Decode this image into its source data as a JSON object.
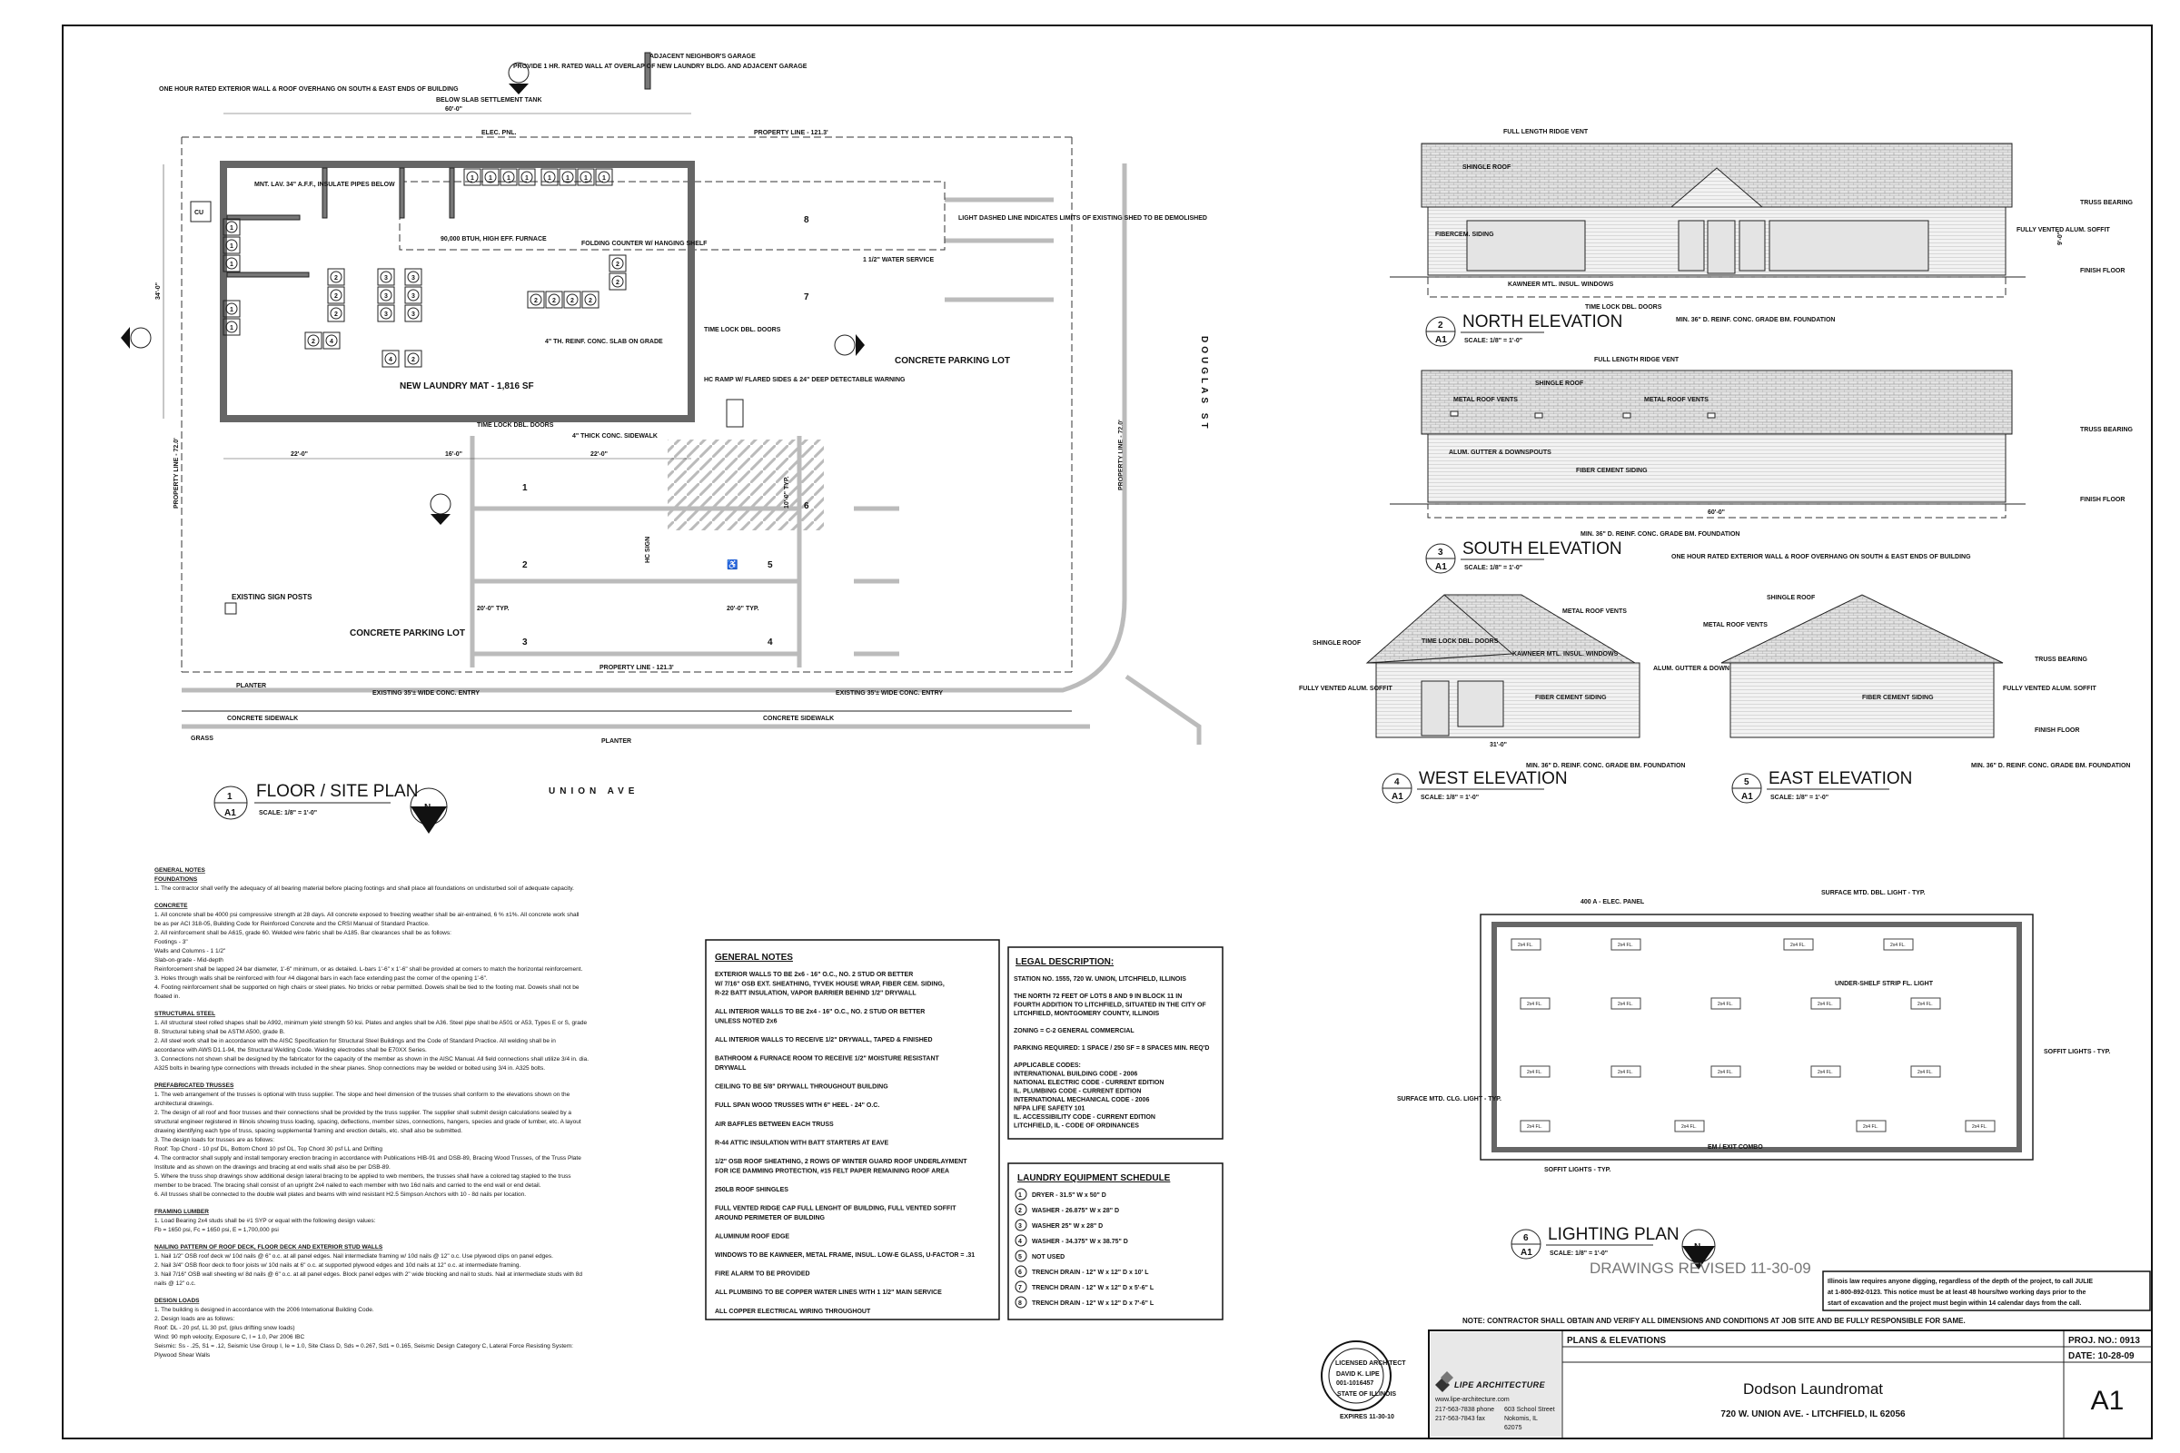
{
  "sheet": {
    "title_block": {
      "sheet_title": "PLANS & ELEVATIONS",
      "project_no": "PROJ. NO.: 0913",
      "date": "DATE:  10-28-09",
      "project_name": "Dodson Laundromat",
      "address": "720 W. UNION AVE. - LITCHFIELD, IL  62056",
      "sheet_number": "A1",
      "firm": "LIPE ARCHITECTURE",
      "firm_web": "www.lipe-architecture.com",
      "firm_phone": "217-563-7838  phone",
      "firm_fax": "217-563-7843  fax",
      "firm_street": "603 School Street",
      "firm_city": "Nokomis, IL",
      "firm_zip": "62075",
      "seal_name": "DAVID K. LIPE",
      "seal_number": "001-1016457",
      "seal_top": "LICENSED ARCHITECT",
      "seal_bottom": "STATE OF ILLINOIS",
      "seal_date": "EXPIRES 11-30-10"
    },
    "revised": "DRAWINGS REVISED 11-30-09",
    "julie_notice": [
      "Illinois law requires anyone digging, regardless of the depth of the project, to call JULIE",
      "at 1-800-892-0123. This notice must be at least 48 hours/two working days prior to the",
      "start of excavation and the project must begin within 14 calendar days from the call."
    ],
    "contractor_note": "NOTE: CONTRACTOR SHALL OBTAIN AND VERIFY ALL DIMENSIONS AND CONDITIONS AT JOB SITE AND BE FULLY RESPONSIBLE FOR SAME."
  },
  "views": {
    "floor_site": {
      "num": "1",
      "sheet": "A1",
      "title": "FLOOR / SITE PLAN",
      "scale": "SCALE: 1/8\" = 1'-0\""
    },
    "north": {
      "num": "2",
      "sheet": "A1",
      "title": "NORTH ELEVATION",
      "scale": "SCALE: 1/8\" = 1'-0\""
    },
    "south": {
      "num": "3",
      "sheet": "A1",
      "title": "SOUTH ELEVATION",
      "scale": "SCALE: 1/8\" = 1'-0\""
    },
    "west": {
      "num": "4",
      "sheet": "A1",
      "title": "WEST ELEVATION",
      "scale": "SCALE: 1/8\" = 1'-0\""
    },
    "east": {
      "num": "5",
      "sheet": "A1",
      "title": "EAST ELEVATION",
      "scale": "SCALE: 1/8\" = 1'-0\""
    },
    "lighting": {
      "num": "6",
      "sheet": "A1",
      "title": "LIGHTING PLAN",
      "scale": "SCALE: 1/8\" = 1'-0\""
    }
  },
  "plan_labels": {
    "building": "NEW LAUNDRY MAT - 1,816 SF",
    "one_hour": "ONE HOUR RATED EXTERIOR WALL & ROOF OVERHANG ON SOUTH & EAST ENDS OF BUILDING",
    "settlement": "BELOW SLAB SETTLEMENT TANK",
    "provide_wall": "PROVIDE 1 HR. RATED WALL AT OVERLAP OF NEW LAUNDRY BLDG. AND ADJACENT GARAGE",
    "neighbor": "ADJACENT NEIGHBOR'S GARAGE",
    "elec": "ELEC. PNL.",
    "mnt": "MNT. LAV. 34\" A.F.F., INSULATE PIPES BELOW",
    "furnace": "90,000 BTUH, HIGH EFF. FURNACE",
    "folding": "FOLDING COUNTER W/ HANGING SHELF",
    "slab": "4\" TH. REINF. CONC. SLAB ON GRADE",
    "timelock": "TIME LOCK DBL. DOORS",
    "sidewalk4": "4\" THICK CONC. SIDEWALK",
    "hc_ramp": "HC RAMP W/ FLARED SIDES & 24\" DEEP DETECTABLE WARNING",
    "light_dashed": "LIGHT DASHED LINE INDICATES LIMITS OF EXISTING SHED TO BE DEMOLISHED",
    "water": "1 1/2\" WATER SERVICE",
    "property_top": "PROPERTY LINE - 121.3'",
    "property_bottom": "PROPERTY LINE - 121.3'",
    "property_left": "PROPERTY LINE - 72.0'",
    "property_right": "PROPERTY LINE - 72.0'",
    "parking_lot": "CONCRETE PARKING LOT",
    "parking_lot2": "CONCRETE PARKING LOT",
    "douglas": "DOUGLAS ST",
    "union": "UNION AVE",
    "sidewalk": "CONCRETE SIDEWALK",
    "sidewalk2": "CONCRETE SIDEWALK",
    "planter": "PLANTER",
    "grass": "GRASS",
    "entry": "EXISTING 35'± WIDE CONC. ENTRY",
    "entry2": "EXISTING 35'± WIDE CONC. ENTRY",
    "sign_posts": "EXISTING SIGN POSTS",
    "hc_sign": "HC SIGN",
    "cu": "CU",
    "dim_total": "60'-0\"",
    "dim_a": "22'-0\"",
    "dim_b": "16'-0\"",
    "dim_c": "22'-0\"",
    "dim_depth": "34'-0\"",
    "stall_typ": "20'-0\" TYP.",
    "stall_w": "10'-0\" TYP.",
    "spaces": [
      "1",
      "2",
      "3",
      "4",
      "5",
      "6",
      "7",
      "8"
    ]
  },
  "elev_labels": {
    "ridge": "FULL LENGTH RIDGE VENT",
    "shingle": "SHINGLE ROOF",
    "truss": "TRUSS BEARING",
    "finish": "FINISH FLOOR",
    "soffit": "FULLY VENTED ALUM. SOFFIT",
    "fibercem": "FIBERCEM. SIDING",
    "kawneer": "KAWNEER MTL. INSUL. WINDOWS",
    "timelock": "TIME LOCK DBL. DOORS",
    "foundation": "MIN. 36\" D. REINF. CONC. GRADE BM. FOUNDATION",
    "metal_vents": "METAL ROOF VENTS",
    "gutter": "ALUM. GUTTER & DOWNSPOUTS",
    "fiber_cement": "FIBER CEMENT SIDING",
    "one_hour": "ONE HOUR RATED EXTERIOR WALL & ROOF OVERHANG ON SOUTH & EAST ENDS OF BUILDING",
    "height": "9'-0\"",
    "length": "60'-0\"",
    "width": "31'-0\""
  },
  "lighting_labels": {
    "panel": "400 A - ELEC. PANEL",
    "strip": "SURFACE MTD. DBL. LIGHT - TYP.",
    "undershelf": "UNDER-SHELF STRIP FL. LIGHT",
    "surface_clg": "SURFACE MTD. CLG. LIGHT - TYP.",
    "soffit": "SOFFIT LIGHTS - TYP.",
    "exit": "EM / EXIT COMBO",
    "fixture": "2x4 FL."
  },
  "general_notes": {
    "heading": "GENERAL NOTES",
    "items": [
      "EXTERIOR WALLS TO BE 2x6 - 16\" O.C., NO. 2 STUD OR BETTER",
      "W/ 7/16\" OSB EXT. SHEATHING, TYVEK HOUSE WRAP, FIBER CEM. SIDING,",
      "R-22 BATT INSULATION, VAPOR BARRIER BEHIND 1/2\" DRYWALL",
      "",
      "ALL INTERIOR WALLS TO BE 2x4 - 16\" O.C., NO. 2 STUD OR BETTER",
      "UNLESS NOTED 2x6",
      "",
      "ALL INTERIOR WALLS TO RECEIVE 1/2\" DRYWALL, TAPED & FINISHED",
      "",
      "BATHROOM & FURNACE ROOM TO RECEIVE 1/2\" MOISTURE RESISTANT",
      "DRYWALL",
      "",
      "CEILING TO BE 5/8\" DRYWALL THROUGHOUT BUILDING",
      "",
      "FULL SPAN WOOD TRUSSES WITH 6\" HEEL - 24\" O.C.",
      "",
      "AIR BAFFLES BETWEEN EACH TRUSS",
      "",
      "R-44 ATTIC INSULATION WITH BATT STARTERS AT EAVE",
      "",
      "1/2\" OSB ROOF SHEATHING, 2 ROWS OF WINTER GUARD ROOF UNDERLAYMENT",
      "FOR ICE DAMMING PROTECTION, #15 FELT PAPER REMAINING ROOF AREA",
      "",
      "250LB ROOF SHINGLES",
      "",
      "FULL VENTED RIDGE CAP FULL LENGHT OF BUILDING, FULL VENTED SOFFIT",
      "AROUND PERIMETER OF BUILDING",
      "",
      "ALUMINUM ROOF EDGE",
      "",
      "WINDOWS TO BE KAWNEER, METAL FRAME, INSUL. LOW-E GLASS, U-FACTOR = .31",
      "",
      "FIRE ALARM TO BE PROVIDED",
      "",
      "ALL PLUMBING TO BE COPPER WATER LINES WITH 1 1/2\" MAIN SERVICE",
      "",
      "ALL COPPER ELECTRICAL WIRING THROUGHOUT"
    ]
  },
  "legal": {
    "heading": "LEGAL DESCRIPTION:",
    "items": [
      "STATION NO. 1555, 720 W. UNION, LITCHFIELD, ILLINOIS",
      "",
      "THE NORTH 72 FEET OF LOTS 8 AND 9 IN BLOCK 11 IN",
      "FOURTH ADDITION TO LITCHFIELD, SITUATED IN THE CITY OF",
      "LITCHFIELD, MONTGOMERY COUNTY, ILLINOIS",
      "",
      "ZONING = C-2  GENERAL COMMERCIAL",
      "",
      "PARKING REQUIRED: 1 SPACE / 250 SF = 8 SPACES MIN. REQ'D",
      "",
      "APPLICABLE CODES:",
      "INTERNATIONAL BUILDING CODE - 2006",
      "NATIONAL ELECTRIC CODE - CURRENT EDITION",
      "IL. PLUMBING CODE - CURRENT EDITION",
      "INTERNATIONAL MECHANICAL CODE - 2006",
      "NFPA LIFE SAFETY 101",
      "IL. ACCESSIBILITY CODE - CURRENT EDITION",
      "LITCHFIELD, IL - CODE OF ORDINANCES"
    ]
  },
  "equipment_schedule": {
    "heading": "LAUNDRY EQUIPMENT SCHEDULE",
    "items": [
      {
        "n": "1",
        "text": "DRYER - 31.5\" W x 50\" D"
      },
      {
        "n": "2",
        "text": "WASHER - 26.875\" W x 28\" D"
      },
      {
        "n": "3",
        "text": "WASHER 25\" W x 28\" D"
      },
      {
        "n": "4",
        "text": "WASHER - 34.375\" W x 38.75\" D"
      },
      {
        "n": "5",
        "text": "NOT USED"
      },
      {
        "n": "6",
        "text": "TRENCH DRAIN - 12\" W x 12\" D x 10' L"
      },
      {
        "n": "7",
        "text": "TRENCH DRAIN - 12\" W x 12\" D x 5'-6\" L"
      },
      {
        "n": "8",
        "text": "TRENCH DRAIN - 12\" W x 12\" D x 7'-6\" L"
      }
    ]
  },
  "structural_notes": [
    {
      "h": "GENERAL NOTES",
      "lines": []
    },
    {
      "h": "FOUNDATIONS",
      "lines": [
        "1.  The contractor shall verify the adequacy of all bearing material before placing footings and shall place all foundations on undisturbed soil of adequate capacity."
      ]
    },
    {
      "h": "CONCRETE",
      "lines": [
        "1.  All concrete shall be 4000 psi compressive strength at 28 days.  All concrete exposed to freezing weather shall be air-entrained, 6 % ±1%.  All concrete work shall",
        "be as per ACI 318-05, Building Code for Reinforced Concrete and the CRSI Manual of Standard Practice.",
        "2.  All reinforcement shall be A615, grade 60.  Welded wire fabric shall be A185.  Bar clearances shall be as follows:",
        "Footings - 3\"",
        "Walls and Columns - 1 1/2\"",
        "Slab-on-grade - Mid-depth",
        "Reinforcement shall be lapped 24 bar diameter, 1'-6\" minimum, or as detailed.  L-bars 1'-6\" x 1'-6\" shall be provided at corners to match the horizontal reinforcement.",
        "3.  Holes through walls shall be reinforced with four #4 diagonal bars in each face extending past the corner of the opening 1'-6\".",
        "4.  Footing reinforcement shall be supported on high chairs or steel plates.  No bricks or rebar permitted.  Dowels shall be tied to the footing mat.  Dowels shall not be",
        "floated in."
      ]
    },
    {
      "h": "STRUCTURAL STEEL",
      "lines": [
        "1.  All structural steel rolled shapes shall be A992, minimum yield strength 50 ksi.  Plates and angles shall be A36.  Steel pipe shall be A501 or A53, Types E or S, grade",
        "B.  Structural tubing shall be ASTM A500, grade B.",
        "2.  All steel work shall be in accordance with the AISC Specification for Structural Steel Buildings and the Code of Standard Practice.  All welding shall be in",
        "accordance with AWS D1.1-94, the Structural Welding Code.  Welding electrodes shall be E70XX Series.",
        "3.  Connections not shown shall be designed by the fabricator for the capacity of the member as shown in the AISC Manual.  All field connections shall utilize 3/4 in. dia.",
        "A325 bolts in bearing type connections with threads included in the shear planes.  Shop connections may be welded or bolted using 3/4 in. A325 bolts."
      ]
    },
    {
      "h": "PREFABRICATED TRUSSES",
      "lines": [
        "1.  The web arrangement of the trusses is optional with truss supplier.  The slope and heel dimension of the trusses shall conform to the elevations shown on the",
        "architectural drawings.",
        "2.  The design of all roof and floor trusses and their connections shall be provided by the truss supplier.  The supplier shall submit design calculations sealed by a",
        "structural engineer registered in Illinois showing truss loading, spacing, deflections, member sizes, connections, hangers, species and grade of lumber, etc.  A layout",
        "drawing identifying each type of truss, spacing supplemental framing and erection details, etc. shall also be submitted.",
        "3.  The design loads for trusses are as follows:",
        "Roof: Top Chord - 10 psf DL, Bottom Chord 10 psf DL, Top Chord 30 psf LL and Drifting",
        "4.  The contractor shall supply and install temporary erection bracing in accordance with Publications HIB-91 and DSB-89, Bracing Wood Trusses, of the Truss Plate",
        "Institute and as shown on the drawings and bracing at end walls shall also be per DSB-89.",
        "5.  Where the truss shop drawings show additional design lateral bracing to be applied to web members, the trusses shall have a colored tag stapled to the truss",
        "member to be braced.  The bracing shall consist of an upright 2x4 nailed to each member with two 16d nails and carried to the end wall or end detail.",
        "6.  All trusses shall be connected to the double wall plates and beams with wind resistant H2.5 Simpson Anchors with 10 - 8d nails per location."
      ]
    },
    {
      "h": "FRAMING LUMBER",
      "lines": [
        "1.  Load Bearing 2x4 studs shall be #1 SYP or equal with the following design values:",
        "Fb = 1650 psi,  Fc = 1650 psi,  E = 1,700,000 psi"
      ]
    },
    {
      "h": "NAILING PATTERN OF ROOF DECK, FLOOR DECK AND EXTERIOR STUD WALLS",
      "lines": [
        "1.  Nail 1/2\" OSB roof deck w/ 10d nails @ 6\" o.c. at all panel edges.  Nail intermediate framing w/ 10d nails @ 12\" o.c.  Use plywood clips on panel edges.",
        "2.  Nail 3/4\" OSB floor deck to floor joists w/ 10d nails at 6\" o.c. at supported plywood edges and 10d nails at 12\" o.c. at intermediate framing.",
        "3.  Nail 7/16\" OSB wall sheeting w/ 8d nails @ 6\" o.c. at all panel edges.  Block panel edges with 2\" wide blocking and nail to studs.  Nail at intermediate studs with 8d",
        "nails @ 12\" o.c."
      ]
    },
    {
      "h": "DESIGN LOADS",
      "lines": [
        "1.  The building is designed in accordance with the 2006 International Building Code.",
        "2.  Design loads are as follows:",
        "Roof:  DL - 20 psf,  LL 30 psf, (plus drifting snow loads)",
        "Wind:  90 mph velocity, Exposure C, I = 1.0, Per 2006 IBC",
        "Seismic:  Ss - .25, S1 = .12,  Seismic Use Group I, Ie = 1.0,  Site Class D,  Sds = 0.267, Sd1 = 0.165,  Seismic Design Category C, Lateral Force Resisting System:",
        "Plywood Shear Walls"
      ]
    }
  ],
  "colors": {
    "line": "#222222",
    "wall": "#777777",
    "site_gray": "#bbbbbb",
    "roof": "#d8d8d8"
  }
}
